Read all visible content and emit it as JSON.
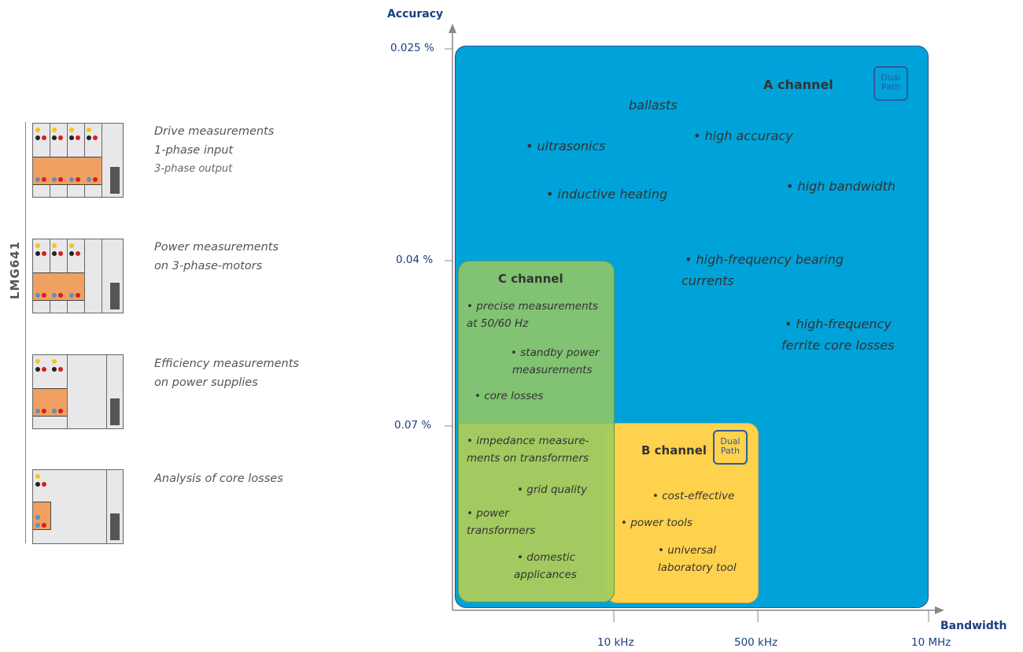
{
  "sidebar": {
    "product_label": "LMG641",
    "applications": [
      {
        "line1": "Drive measurements",
        "line2": "1-phase input",
        "line3": "3-phase output"
      },
      {
        "line1": "Power measurements",
        "line2": "on 3-phase-motors",
        "line3": ""
      },
      {
        "line1": "Efficiency measurements",
        "line2": "on power supplies",
        "line3": ""
      },
      {
        "line1": "Analysis of core losses",
        "line2": "",
        "line3": ""
      }
    ]
  },
  "chart": {
    "y_axis_label": "Accuracy",
    "x_axis_label": "Bandwidth",
    "y_ticks": [
      "0.025 %",
      "0.04 %",
      "0.07 %"
    ],
    "x_ticks": [
      "10 kHz",
      "500 kHz",
      "10 MHz"
    ],
    "dual_path": {
      "line1": "Dual",
      "line2": "Path"
    },
    "a_channel": {
      "title": "A channel",
      "color": "#00a3d9",
      "items": [
        "ballasts",
        "• ultrasonics",
        "• high accuracy",
        "• inductive heating",
        "• high bandwidth",
        "• high-frequency bearing",
        "currents",
        "• high-frequency",
        "ferrite core losses"
      ]
    },
    "c_channel": {
      "title": "C channel",
      "color": "#8cc46a",
      "items": [
        "• precise measurements",
        "at 50/60 Hz",
        "• standby power",
        "measurements",
        "• core losses",
        "• impedance measure-",
        "ments on transformers",
        "• grid quality",
        "• power",
        "transformers",
        "• domestic",
        "applicances"
      ]
    },
    "b_channel": {
      "title": "B channel",
      "color": "#ffd24d",
      "items": [
        "• cost-effective",
        "• power tools",
        "• universal",
        "laboratory tool"
      ]
    }
  }
}
